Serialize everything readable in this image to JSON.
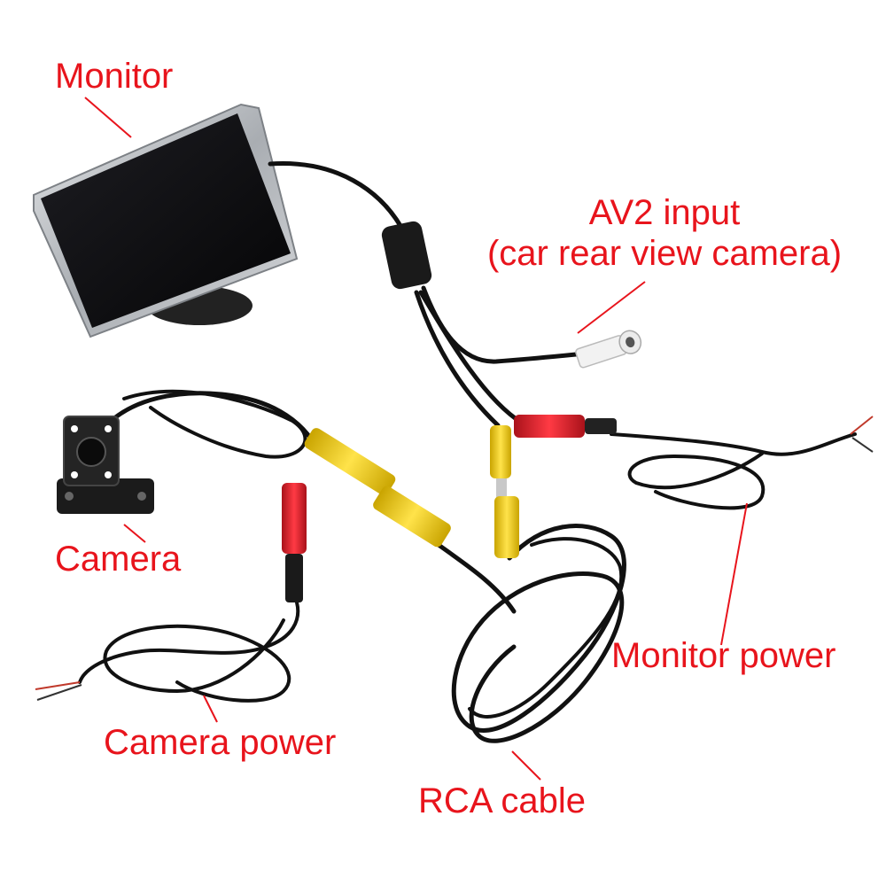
{
  "labels": {
    "monitor": "Monitor",
    "av2_line1": "AV2 input",
    "av2_line2": "(car rear view camera)",
    "camera": "Camera",
    "monitor_power": "Monitor power",
    "camera_power": "Camera power",
    "rca_cable": "RCA cable"
  },
  "colors": {
    "label": "#e8141c",
    "leader": "#e8141c",
    "cable": "#111111",
    "rca_yellow": "#f2d21b",
    "rca_red": "#e0202a",
    "rca_white": "#f2f2f2",
    "monitor_frame": "#b9bcc0",
    "monitor_screen": "#0c0c0e"
  }
}
